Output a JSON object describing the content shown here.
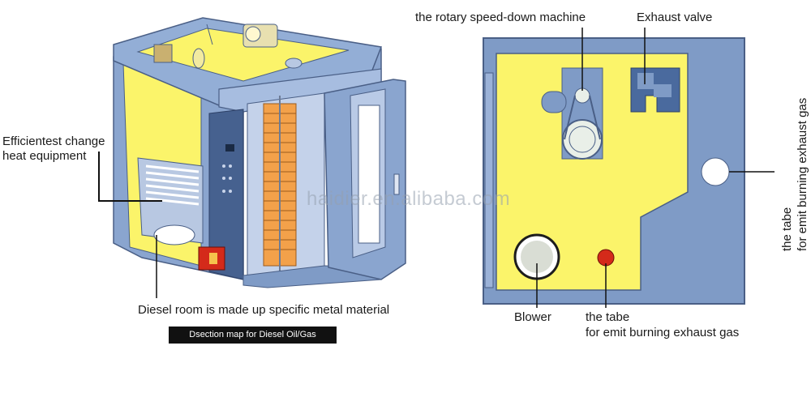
{
  "left_diagram": {
    "label_heat_equipment": [
      "Efficientest    change",
      "heat equipment"
    ],
    "label_diesel_room": "Diesel room is made up specific metal material",
    "caption": "Dsection map for Diesel Oil/Gas",
    "watermark": "haidier.en.alibaba.com"
  },
  "right_diagram": {
    "label_speed_down": "the rotary speed-down machine",
    "label_exhaust_valve": "Exhaust valve",
    "label_blower": "Blower",
    "label_tabe_bottom": [
      "the tabe",
      "for emit burning exhaust gas"
    ],
    "label_tabe_side": [
      "the tabe",
      "for emit burning exhaust gas"
    ]
  },
  "colors": {
    "steel_blue": "#7f9bc6",
    "panel_yellow": "#fbf46a",
    "outline": "#4a5f86",
    "red_burner": "#d42a1a"
  }
}
